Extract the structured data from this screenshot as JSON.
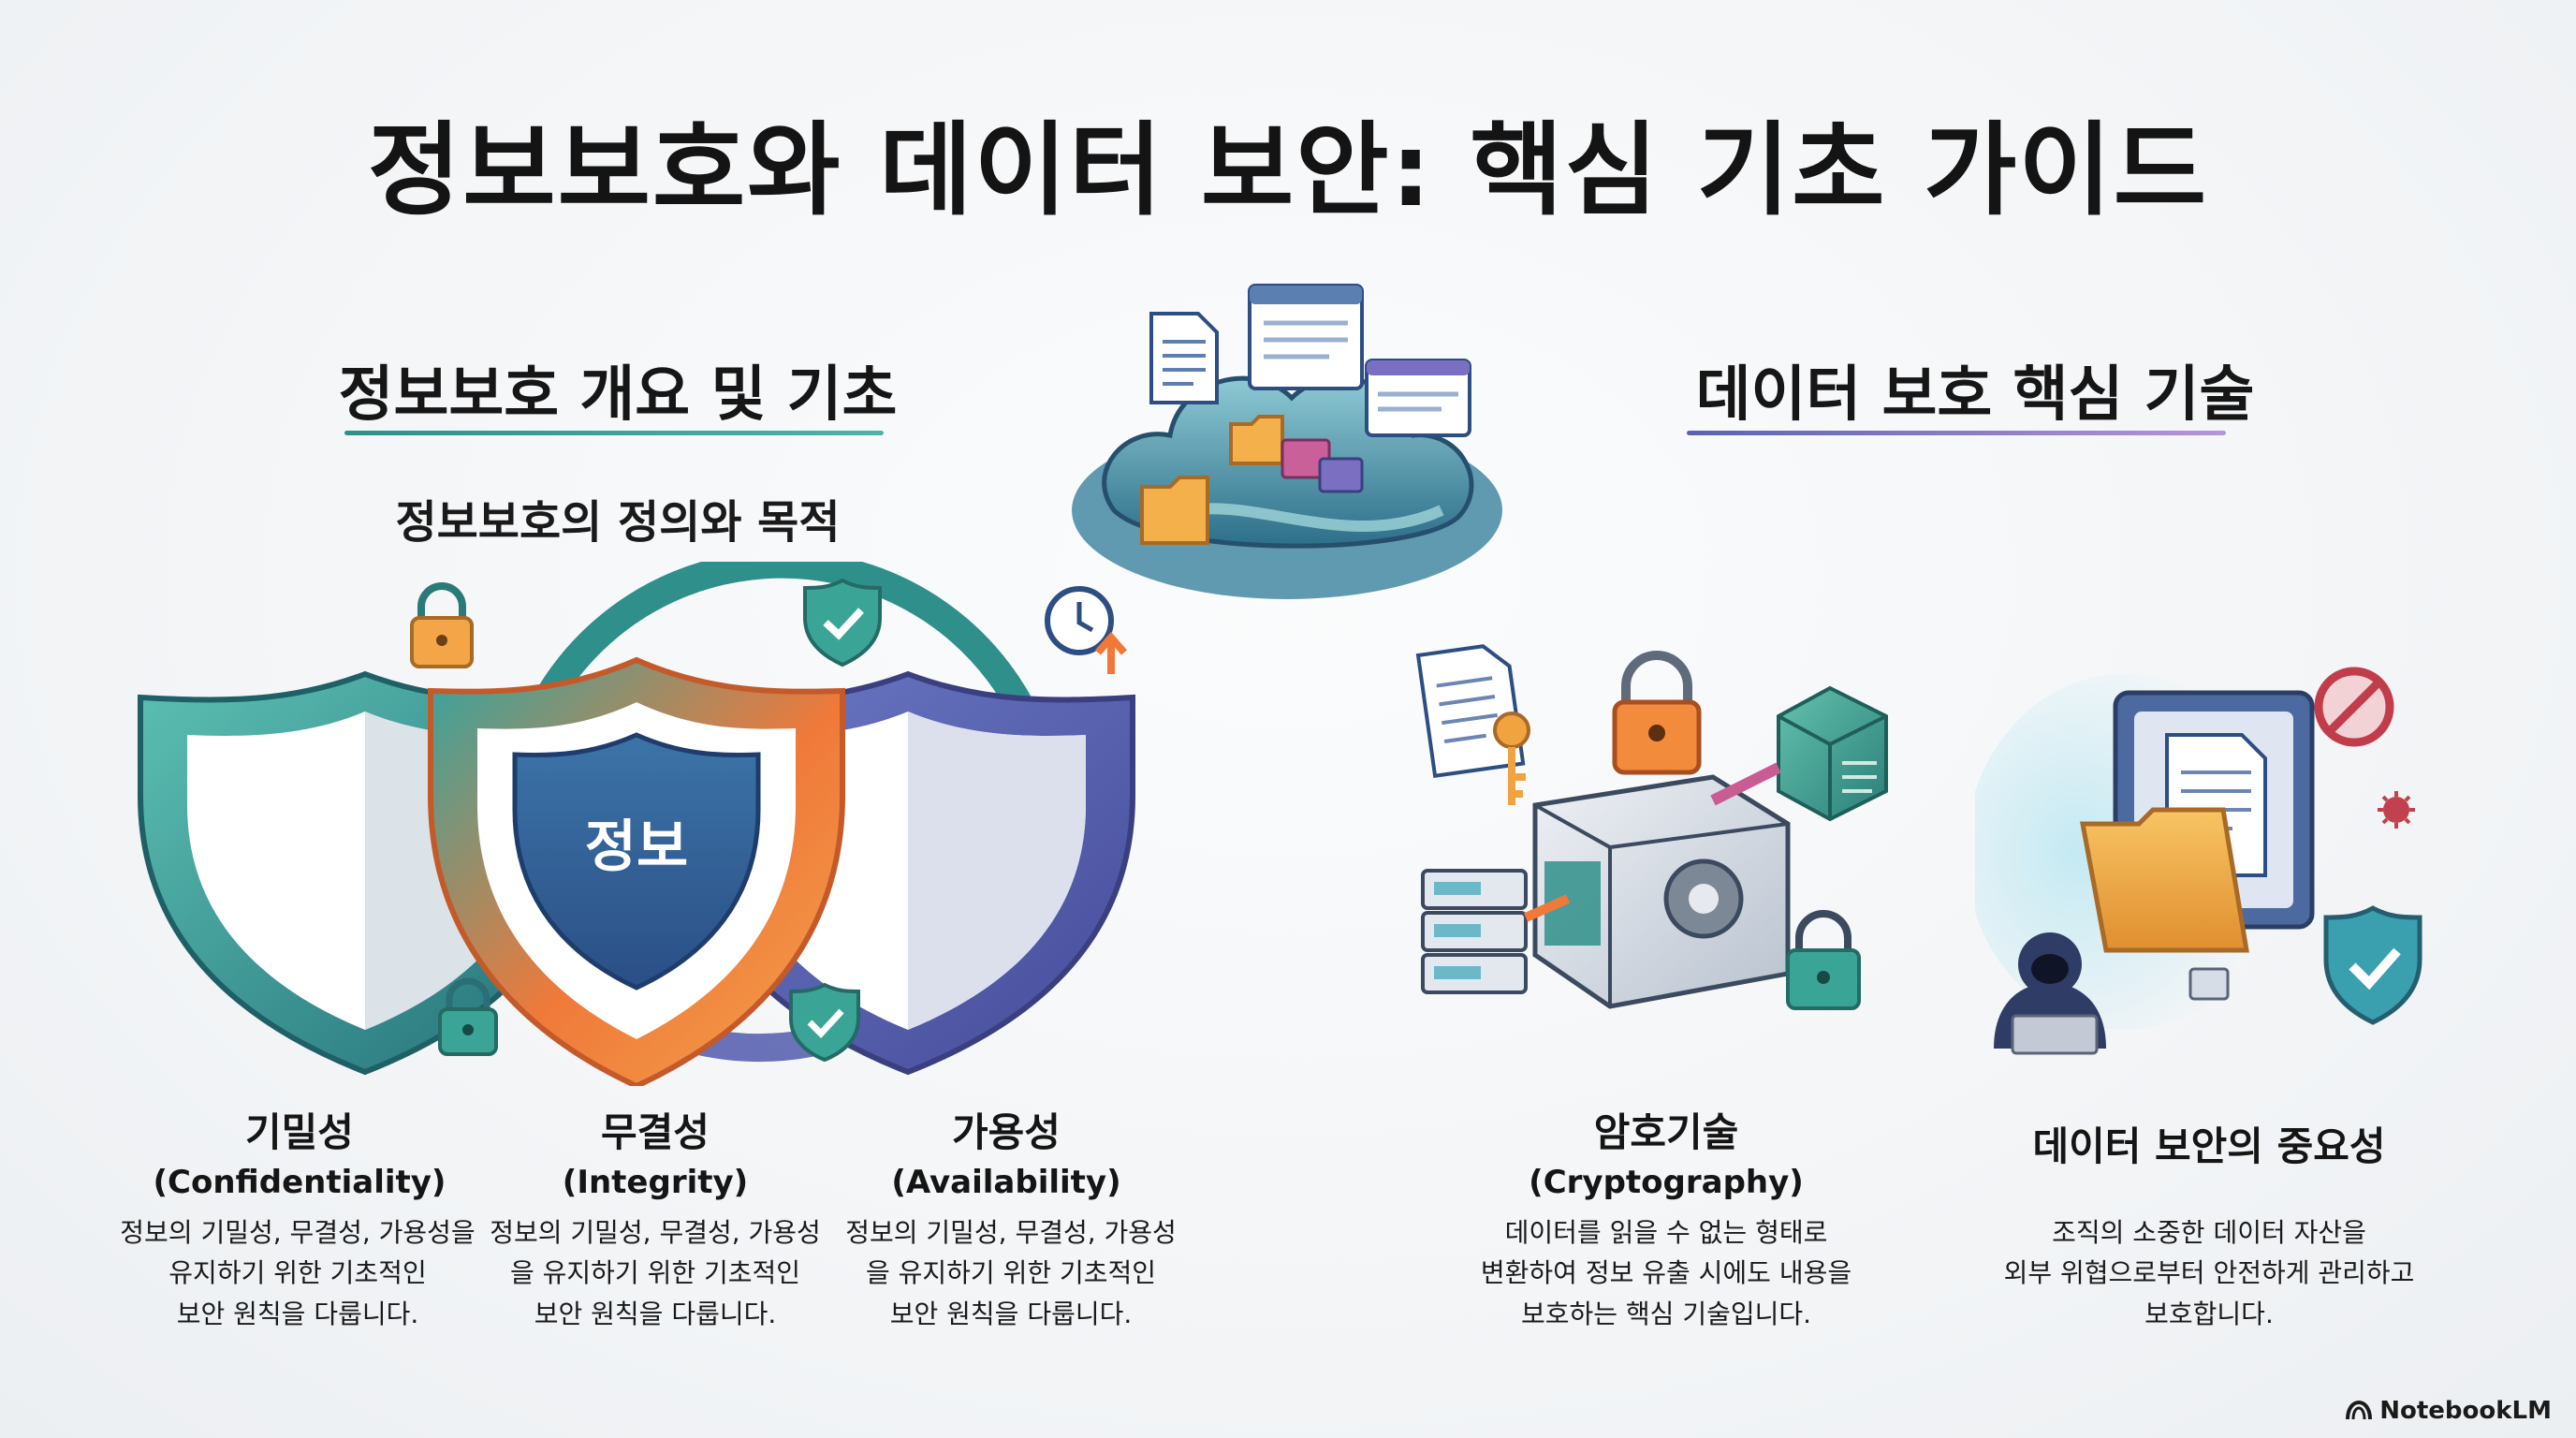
{
  "title": "정보보호와 데이터 보안: 핵심 기초 가이드",
  "left": {
    "heading": "정보보호 개요 및 기초",
    "subheading": "정보보호의 정의와 목적",
    "center_badge": "정보",
    "pillars": [
      {
        "name": "기밀성",
        "en": "(Confidentiality)",
        "desc_lines": [
          "정보의 기밀성, 무결성, 가용성을",
          "유지하기 위한 기초적인",
          "보안 원칙을 다룹니다."
        ]
      },
      {
        "name": "무결성",
        "en": "(Integrity)",
        "desc_lines": [
          "정보의 기밀성, 무결성, 가용성",
          "을 유지하기 위한 기초적인",
          "보안 원칙을 다룹니다."
        ]
      },
      {
        "name": "가용성",
        "en": "(Availability)",
        "desc_lines": [
          "정보의 기밀성, 무결성, 가용성",
          "을 유지하기 위한 기초적인",
          "보안 원칙을 다룹니다."
        ]
      }
    ]
  },
  "right": {
    "heading": "데이터 보호 핵심 기술",
    "items": [
      {
        "name": "암호기술",
        "en": "(Cryptography)",
        "desc_lines": [
          "데이터를 읽을 수 없는 형태로",
          "변환하여 정보 유출 시에도 내용을",
          "보호하는 핵심 기술입니다."
        ]
      },
      {
        "name": "데이터 보안의 중요성",
        "en": "",
        "desc_lines": [
          "조직의 소중한 데이터 자산을",
          "외부 위협으로부터 안전하게 관리하고",
          "보호합니다."
        ]
      }
    ]
  },
  "brand": "NotebookLM",
  "colors": {
    "teal": "#2f8f8a",
    "orange": "#f0793a",
    "purple": "#5b63b0",
    "folder": "#f4b04b"
  }
}
